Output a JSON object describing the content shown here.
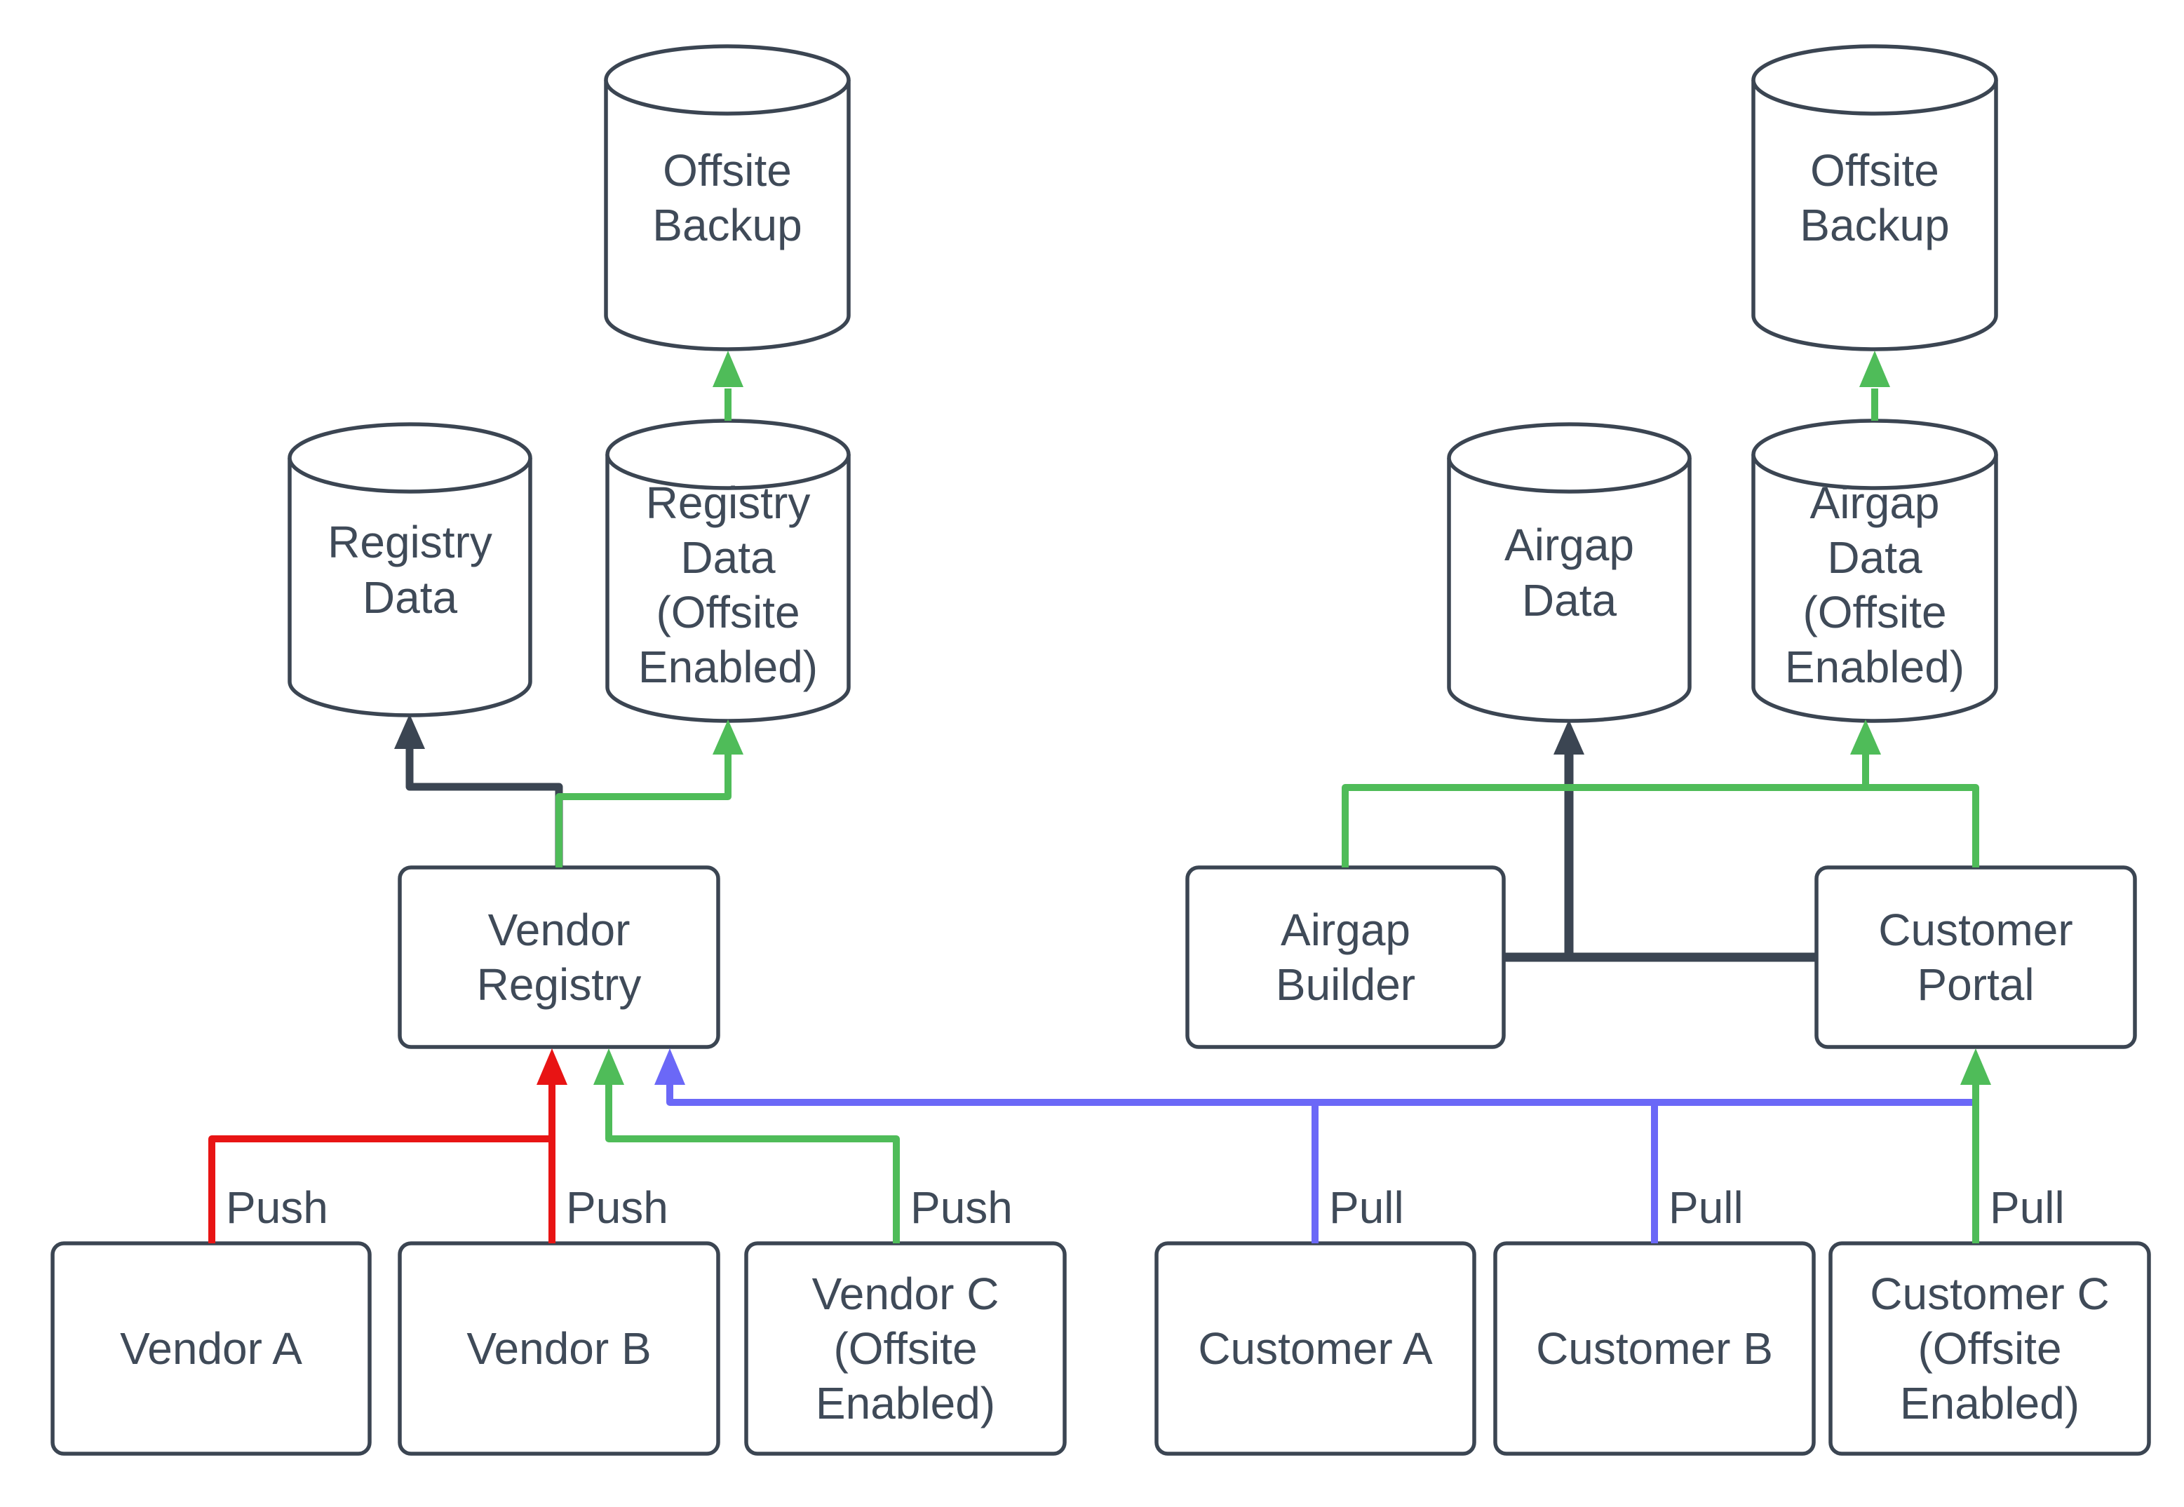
{
  "title": "Vendor registry and customer airgap data-flow diagram",
  "colors": {
    "background": "#ffffff",
    "shape_fill": "#ffffff",
    "dark": "#3b4552",
    "text": "#3f4a58",
    "red": "#e81414",
    "green": "#4fbc59",
    "blue": "#6b68f7"
  },
  "nodes": {
    "offsite_backup_left": {
      "label": "Offsite\nBackup",
      "shape": "cylinder"
    },
    "registry_data": {
      "label": "Registry\nData",
      "shape": "cylinder"
    },
    "registry_data_offsite": {
      "label": "Registry\nData\n(Offsite\nEnabled)",
      "shape": "cylinder"
    },
    "vendor_registry": {
      "label": "Vendor\nRegistry",
      "shape": "rectangle"
    },
    "vendor_a": {
      "label": "Vendor A",
      "shape": "rectangle"
    },
    "vendor_b": {
      "label": "Vendor B",
      "shape": "rectangle"
    },
    "vendor_c": {
      "label": "Vendor C\n(Offsite\nEnabled)",
      "shape": "rectangle"
    },
    "airgap_data": {
      "label": "Airgap\nData",
      "shape": "cylinder"
    },
    "airgap_data_offsite": {
      "label": "Airgap\nData\n(Offsite\nEnabled)",
      "shape": "cylinder"
    },
    "offsite_backup_right": {
      "label": "Offsite\nBackup",
      "shape": "cylinder"
    },
    "airgap_builder": {
      "label": "Airgap\nBuilder",
      "shape": "rectangle"
    },
    "customer_portal": {
      "label": "Customer\nPortal",
      "shape": "rectangle"
    },
    "customer_a": {
      "label": "Customer A",
      "shape": "rectangle"
    },
    "customer_b": {
      "label": "Customer B",
      "shape": "rectangle"
    },
    "customer_c": {
      "label": "Customer C\n(Offsite\nEnabled)",
      "shape": "rectangle"
    }
  },
  "edges": [
    {
      "label": "Push",
      "from": "Vendor A",
      "to": "Vendor Registry",
      "color": "red"
    },
    {
      "label": "Push",
      "from": "Vendor B",
      "to": "Vendor Registry",
      "color": "red"
    },
    {
      "label": "Push",
      "from": "Vendor C (Offsite Enabled)",
      "to": "Vendor Registry",
      "color": "green"
    },
    {
      "label": "Pull",
      "from": "Customer A",
      "to": "Vendor Registry",
      "color": "blue"
    },
    {
      "label": "Pull",
      "from": "Customer B",
      "to": "Vendor Registry",
      "color": "blue"
    },
    {
      "label": "Pull",
      "from": "Customer C (Offsite Enabled)",
      "to": "Customer Portal",
      "color": "green"
    }
  ],
  "unlabeled_edges": [
    {
      "from": "Vendor Registry",
      "to": "Registry Data",
      "color": "dark"
    },
    {
      "from": "Vendor Registry",
      "to": "Registry Data (Offsite Enabled)",
      "color": "green"
    },
    {
      "from": "Registry Data (Offsite Enabled)",
      "to": "Offsite Backup",
      "color": "green"
    },
    {
      "from": "Airgap Builder",
      "to": "Customer Portal",
      "color": "dark"
    },
    {
      "from": "Airgap Builder / Customer Portal",
      "to": "Airgap Data",
      "color": "dark"
    },
    {
      "from": "Customer Portal",
      "to": "Airgap Builder",
      "color": "green"
    },
    {
      "from": "Customer Portal",
      "to": "Airgap Data (Offsite Enabled)",
      "color": "green"
    },
    {
      "from": "Airgap Data (Offsite Enabled)",
      "to": "Offsite Backup",
      "color": "green"
    }
  ]
}
